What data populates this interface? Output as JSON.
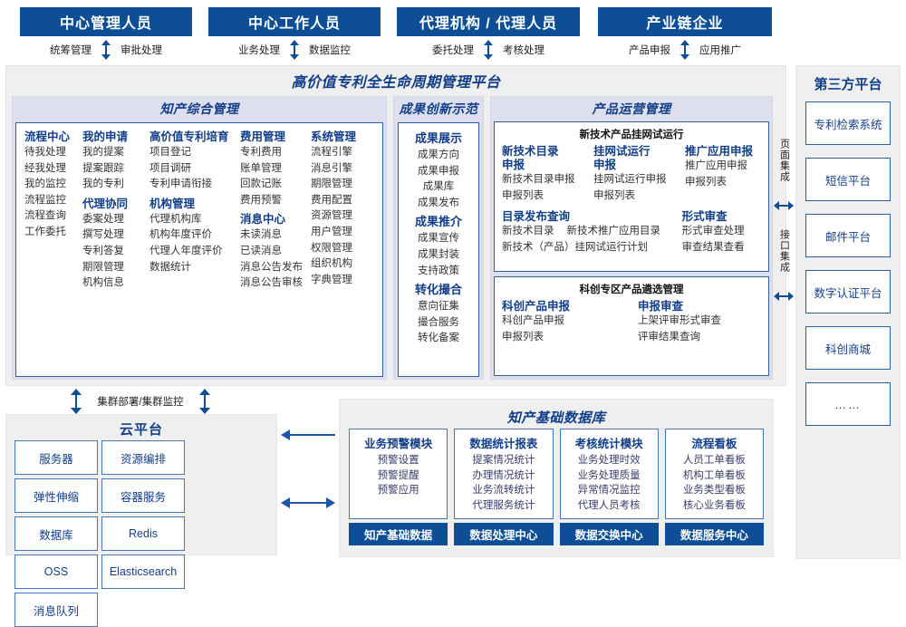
{
  "roles": [
    {
      "title": "中心管理人员",
      "acts": [
        "统筹管理",
        "审批处理"
      ]
    },
    {
      "title": "中心工作人员",
      "acts": [
        "业务处理",
        "数据监控"
      ]
    },
    {
      "title": "代理机构 / 代理人员",
      "acts": [
        "委托处理",
        "考核处理"
      ]
    },
    {
      "title": "产业链企业",
      "acts": [
        "产品申报",
        "应用推广"
      ]
    }
  ],
  "platform": {
    "title": "高价值专利全生命周期管理平台",
    "panel1": {
      "title": "知产综合管理",
      "columns": [
        {
          "groups": [
            {
              "header": "流程中心",
              "items": [
                "待我处理",
                "经我处理",
                "我的监控",
                "流程监控",
                "流程查询",
                "工作委托"
              ]
            }
          ]
        },
        {
          "groups": [
            {
              "header": "我的申请",
              "items": [
                "我的提案",
                "提案跟踪",
                "我的专利"
              ]
            },
            {
              "header": "代理协同",
              "items": [
                "委案处理",
                "撰写处理",
                "专利答复",
                "期限管理",
                "机构信息"
              ]
            }
          ]
        },
        {
          "groups": [
            {
              "header": "高价值专利培育",
              "items": [
                "项目登记",
                "项目调研",
                "专利申请衔接"
              ]
            },
            {
              "header": "机构管理",
              "items": [
                "代理机构库",
                "机构年度评价",
                "代理人年度评价",
                "数据统计"
              ]
            }
          ]
        },
        {
          "groups": [
            {
              "header": "费用管理",
              "items": [
                "专利费用",
                "账单管理",
                "回款记账",
                "费用预警"
              ]
            },
            {
              "header": "消息中心",
              "items": [
                "未读消息",
                "已读消息",
                "消息公告发布",
                "消息公告审核"
              ]
            }
          ]
        },
        {
          "groups": [
            {
              "header": "系统管理",
              "items": [
                "流程引擎",
                "消息引擎",
                "期限管理",
                "费用配置",
                "资源管理",
                "用户管理",
                "权限管理",
                "组织机构",
                "字典管理"
              ]
            }
          ]
        }
      ]
    },
    "panel2": {
      "title": "成果创新示范",
      "groups": [
        {
          "header": "成果展示",
          "items": [
            "成果方向",
            "成果申报",
            "成果库",
            "成果发布"
          ]
        },
        {
          "header": "成果推介",
          "items": [
            "成果宣传",
            "成果封装",
            "支持政策"
          ]
        },
        {
          "header": "转化撮合",
          "items": [
            "意向征集",
            "撮合服务",
            "转化备案"
          ]
        }
      ]
    },
    "panel3": {
      "title": "产品运营管理",
      "box_a": {
        "caption": "新技术产品挂网试运行",
        "row1": [
          {
            "header": "新技术目录申报",
            "items": [
              "新技术目录申报",
              "申报列表"
            ]
          },
          {
            "header": "挂网试运行申报",
            "items": [
              "挂网试运行申报",
              "申报列表"
            ]
          },
          {
            "header": "推广应用申报",
            "items": [
              "推广应用申报",
              "申报列表"
            ]
          }
        ],
        "row2_left": {
          "header": "目录发布查询",
          "items": [
            "新技术目录",
            "新技术推广应用目录",
            "新技术（产品）挂网试运行计划"
          ]
        },
        "row2_right": {
          "header": "形式审查",
          "items": [
            "形式审查处理",
            "审查结果查看"
          ]
        }
      },
      "box_b": {
        "caption": "科创专区产品遴选管理",
        "groups": [
          {
            "header": "科创产品申报",
            "items": [
              "科创产品申报",
              "申报列表"
            ]
          },
          {
            "header": "申报审查",
            "items": [
              "上架评审形式审查",
              "评审结果查询"
            ]
          }
        ]
      }
    }
  },
  "integration": {
    "page": "页面集成",
    "api": "接口集成"
  },
  "third_party": {
    "title": "第三方平台",
    "items": [
      "专利检索系统",
      "短信平台",
      "邮件平台",
      "数字认证平台",
      "科创商城",
      "……"
    ]
  },
  "cluster": {
    "label": "集群部署/集群监控"
  },
  "cloud": {
    "title": "云平台",
    "items": [
      "服务器",
      "资源编排",
      "弹性伸缩",
      "容器服务",
      "数据库",
      "Redis",
      "OSS",
      "Elasticsearch",
      "消息队列"
    ]
  },
  "database": {
    "title": "知产基础数据库",
    "columns": [
      {
        "header": "业务预警模块",
        "items": [
          "预警设置",
          "预警提醒",
          "预警应用"
        ],
        "footer": "知产基础数据"
      },
      {
        "header": "数据统计报表",
        "items": [
          "提案情况统计",
          "办理情况统计",
          "业务流转统计",
          "代理服务统计"
        ],
        "footer": "数据处理中心"
      },
      {
        "header": "考核统计模块",
        "items": [
          "业务处理时效",
          "业务处理质量",
          "异常情况监控",
          "代理人员考核"
        ],
        "footer": "数据交换中心"
      },
      {
        "header": "流程看板",
        "items": [
          "人员工单看板",
          "机构工单看板",
          "业务类型看板",
          "核心业务看板"
        ],
        "footer": "数据服务中心"
      }
    ]
  },
  "colors": {
    "brand": "#0D4E96",
    "accent": "#123E88",
    "panel": "#DDDFEE",
    "surface": "#EFEFEF"
  }
}
